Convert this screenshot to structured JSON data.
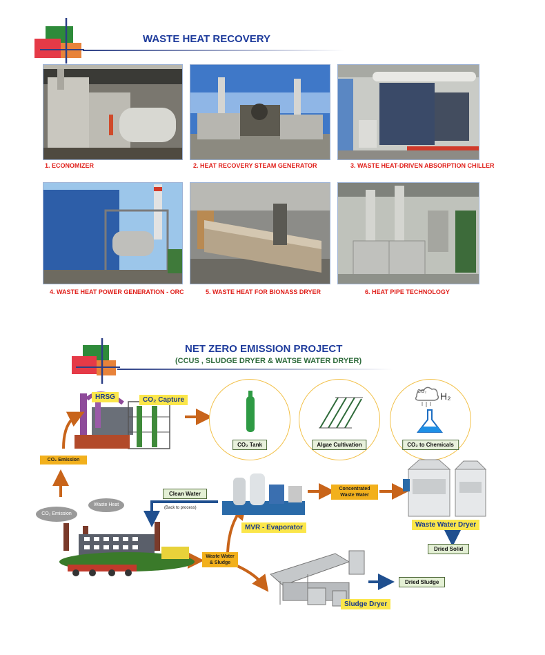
{
  "section1": {
    "title": "WASTE HEAT RECOVERY",
    "items": [
      {
        "caption": "1. ECONOMIZER"
      },
      {
        "caption": "2. HEAT RECOVERY STEAM GENERATOR"
      },
      {
        "caption": "3. WASTE HEAT-DRIVEN ABSORPTION CHILLER"
      },
      {
        "caption": "4. WASTE HEAT POWER GENERATION - ORC"
      },
      {
        "caption": "5. WASTE HEAT FOR BIONASS DRYER"
      },
      {
        "caption": "6. HEAT PIPE TECHNOLOGY"
      }
    ]
  },
  "section2": {
    "title": "NET ZERO EMISSION PROJECT",
    "subtitle": "(CCUS , SLUDGE DRYER & WATSE WATER DRYER)",
    "hrsg_label": "HRSG",
    "co2_capture_label": "CO₂ Capture",
    "co2_emission_box": "CO₂ Emission",
    "cloud_co2": "CO₂ Emission",
    "cloud_heat": "Waste Heat",
    "circles": [
      {
        "label": "CO₂ Tank"
      },
      {
        "label": "Algae Cultivation"
      },
      {
        "label": "CO₂ to Chemicals"
      }
    ],
    "h2_text": "H₂",
    "co2_icon_text": "CO₂",
    "clean_water": "Clean Water",
    "back_to_process": "(Back to process)",
    "mvr_label": "MVR - Evaporator",
    "concentrated_water": "Concentrated Waste Water",
    "waste_water_dryer": "Waste Water Dryer",
    "dried_solid": "Dried Solid",
    "waste_water_sludge": "Waste Water & Sludge",
    "sludge_dryer": "Sludge Dryer",
    "dried_sludge": "Dried Sludge"
  },
  "colors": {
    "title_blue": "#1f3c9c",
    "caption_red": "#e0201b",
    "arrow_orange": "#c8641a",
    "arrow_blue": "#1f4f8f",
    "label_yellow": "#fbe64a"
  }
}
